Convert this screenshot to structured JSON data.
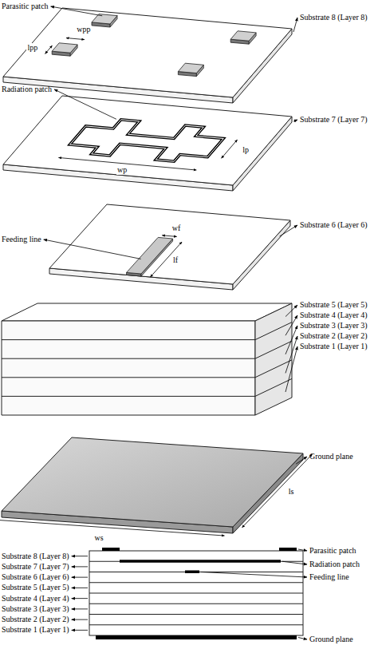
{
  "diagram": {
    "labels": [
      "Parasitic patch",
      "Substrate 8 (Layer 8)",
      "wpp",
      "lpp",
      "Radiation patch",
      "Substrate 7 (Layer 7)",
      "wp",
      "lp",
      "Substrate 6 (Layer 6)",
      "Feeding line",
      "wf",
      "lf",
      "Substrate 5 (Layer 5)",
      "Substrate 4 (Layer 4)",
      "Substrate 3 (Layer 3)",
      "Substrate 2 (Layer 2)",
      "Substrate 1 (Layer 1)",
      "Ground plane",
      "ls",
      "ws",
      "Substrate 8 (Layer 8)",
      "Substrate 7 (Layer 7)",
      "Substrate 6 (Layer 6)",
      "Substrate 5 (Layer 5)",
      "Substrate 4 (Layer 4)",
      "Substrate 3 (Layer 3)",
      "Substrate 2 (Layer 2)",
      "Substrate 1 (Layer 1)",
      "Parasitic patch",
      "Radiation patch",
      "Feeding line",
      "Ground plane"
    ]
  }
}
